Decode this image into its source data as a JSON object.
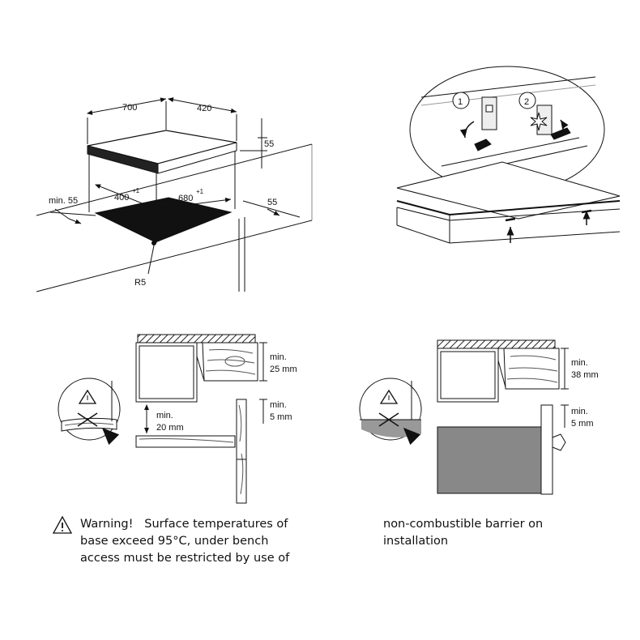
{
  "diagram": {
    "top_left": {
      "labels": {
        "width": "700",
        "depth": "420",
        "height": "55",
        "cutout_depth": "400",
        "cutout_width": "680",
        "tolerance": "+1",
        "min_front": "min. 55",
        "side_clearance": "55",
        "radius": "R5"
      }
    },
    "top_right": {
      "steps": [
        "1",
        "2"
      ]
    },
    "bottom_left": {
      "labels": {
        "gap_top_1": "min.",
        "gap_top_2": "25 mm",
        "gap_side_1": "min.",
        "gap_side_2": "5 mm",
        "gap_below_1": "min.",
        "gap_below_2": "20 mm"
      }
    },
    "bottom_right": {
      "labels": {
        "gap_top_1": "min.",
        "gap_top_2": "38 mm",
        "gap_side_1": "min.",
        "gap_side_2": "5 mm"
      }
    }
  },
  "caption": {
    "left_line1_a": "Warning!",
    "left_line1_b": "Surface temperatures of",
    "left_line2": "base exceed 95°C, under bench",
    "left_line3": "access must be restricted by use of",
    "right_line1": "non-combustible barrier on",
    "right_line2": "installation"
  }
}
